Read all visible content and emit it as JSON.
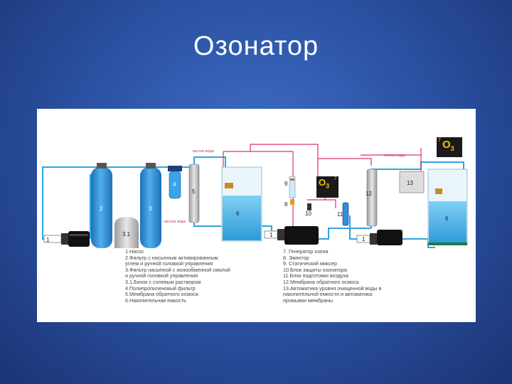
{
  "title": "Озонатор",
  "diagram": {
    "legend_left": [
      "1.Насос",
      "2.Фильтр с насыпным активированным",
      "   углем и ручной головкой управления",
      "3.Фильтр насыпной с ионообменной смолой",
      "   и ручной головкой управления",
      "3.1.Бачок с солевым раствором",
      "4.Полипропиленовый фильтр",
      "5.Мембрана обратного осмоса",
      "6.Накопительная емкость"
    ],
    "legend_right": [
      "7. Генератор озона",
      "8. Эжектор",
      "9. Статический миксер",
      "10.Блок защиты озонатора",
      "11.Блок подготовки воздуха",
      "12.Мембрана обратного осмоса",
      "13.Автоматика уровня очищенной воды в",
      "     накопительной емкости и автоматика",
      "     промывки мембраны"
    ],
    "numbers": {
      "pump_left": "1",
      "pump_mid": "1",
      "pump_right": "1",
      "carbon_filter": "2",
      "resin_filter": "3",
      "brine_tank": "3.1",
      "pp_filter": "4",
      "membrane_1": "5",
      "tank_1": "6",
      "generator_1": "7",
      "generator_2": "7",
      "ejector": "8",
      "mixer": "9",
      "protection": "10",
      "air_prep": "11",
      "membrane_2": "12",
      "automation": "13",
      "tank_2": "6"
    },
    "pipe_labels": {
      "clean_water_1": "чистая вода",
      "clean_water_2": "чистая вода",
      "drain": "чистая вода"
    },
    "o3_symbol": "O",
    "o3_subscript": "3",
    "colors": {
      "blue_pipe": "#2ea6e0",
      "ozone_pipe": "#d9337a",
      "filter_blue": "#2f8fd8",
      "tank_water": "#4db8ea",
      "generator_bg": "#1a1a1a",
      "ozone_text": "#f6c200"
    }
  }
}
